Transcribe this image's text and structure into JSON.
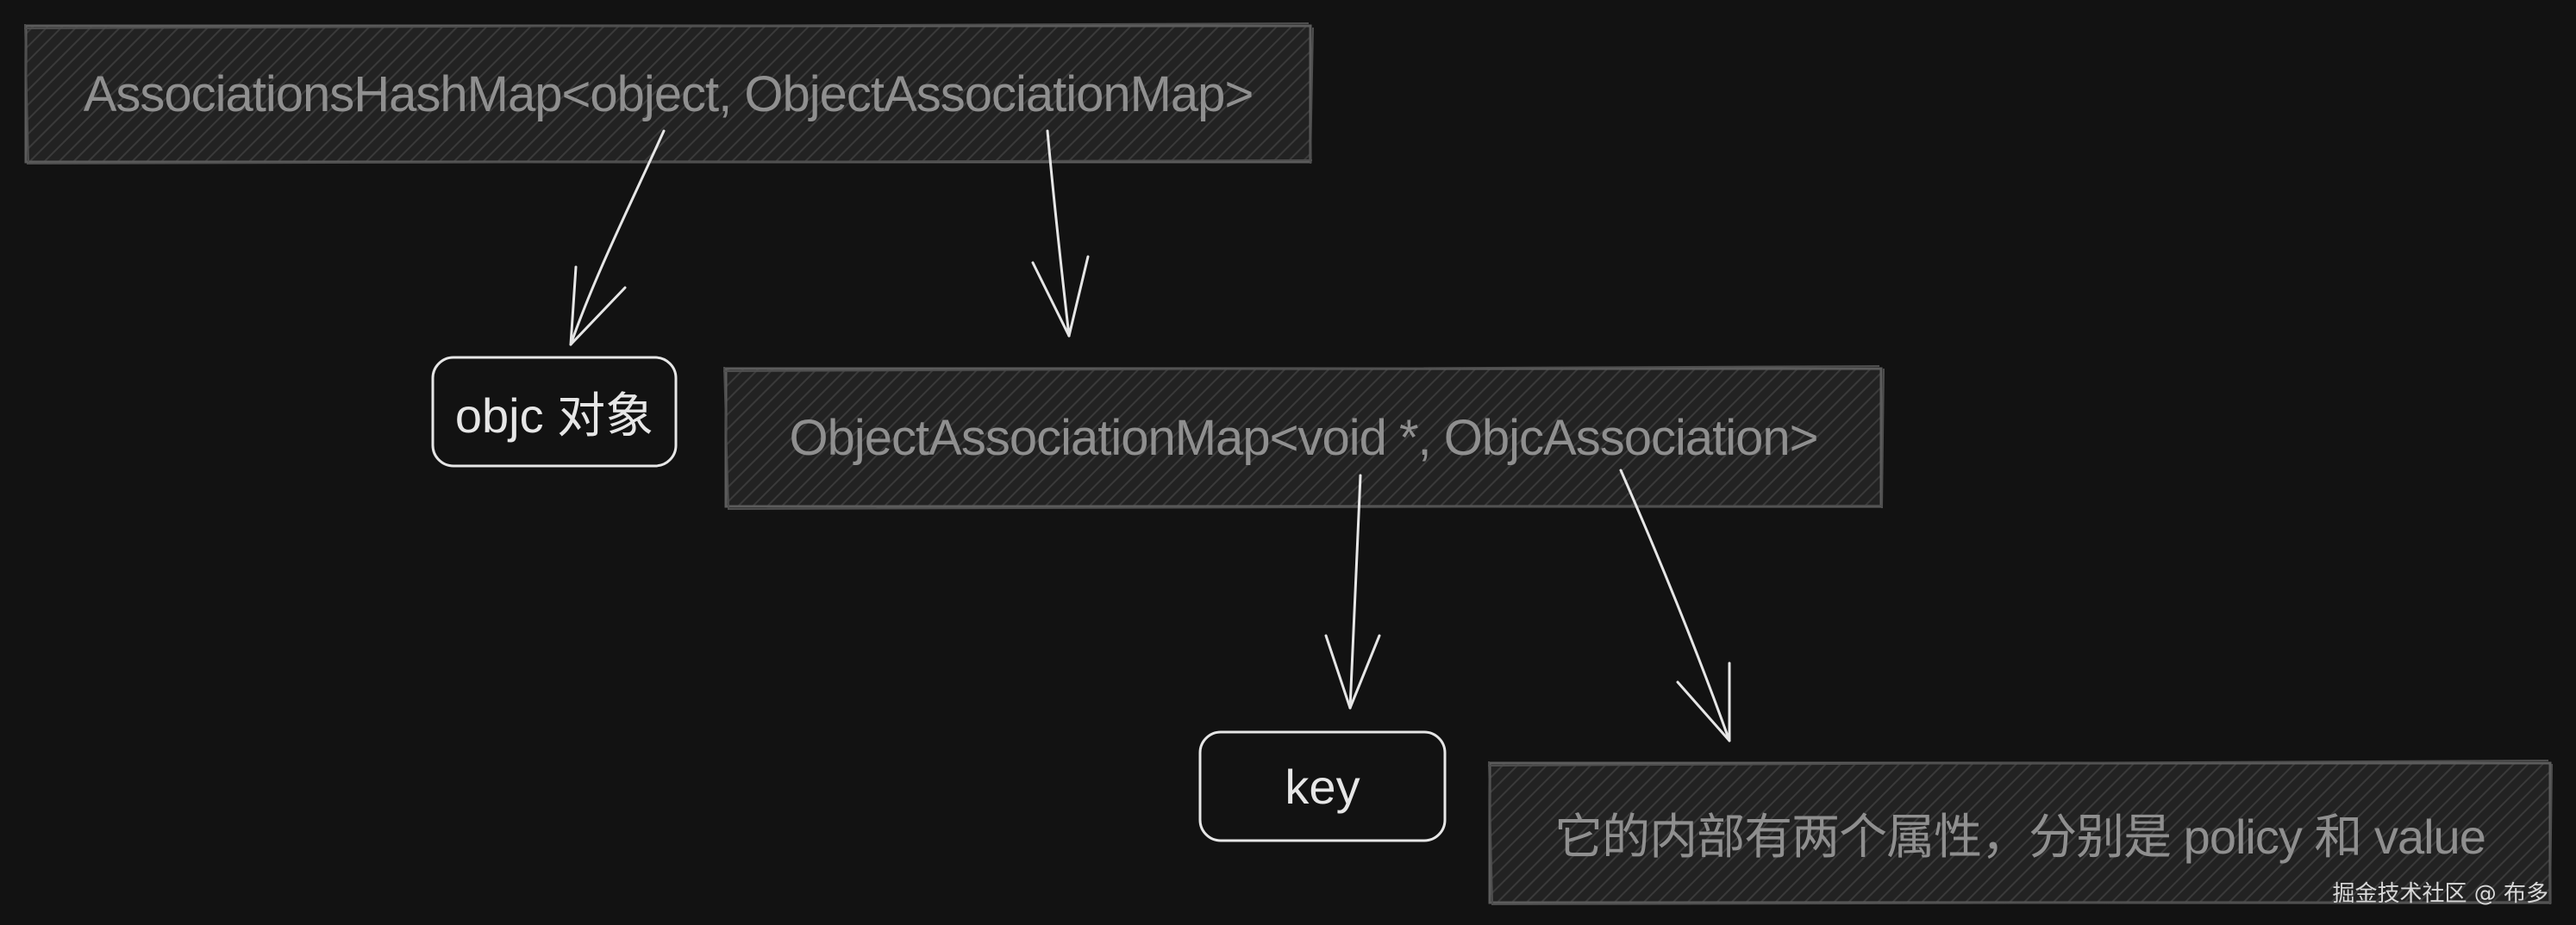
{
  "diagram": {
    "nodes": {
      "hashmap": "AssociationsHashMap<object, ObjectAssociationMap>",
      "objc_object": "objc 对象",
      "object_association_map": "ObjectAssociationMap<void *, ObjcAssociation>",
      "key": "key",
      "association_value": "它的内部有两个属性，分别是 policy 和 value"
    },
    "edges": [
      {
        "from": "hashmap",
        "to": "objc_object"
      },
      {
        "from": "hashmap",
        "to": "object_association_map"
      },
      {
        "from": "object_association_map",
        "to": "key"
      },
      {
        "from": "object_association_map",
        "to": "association_value"
      }
    ]
  },
  "watermark": "掘金技术社区 @ 布多",
  "colors": {
    "background": "#121212",
    "hatch_fill": "#2c2c2c",
    "hatch_stroke": "#5a5a5a",
    "hatch_text": "#8f8f8f",
    "rounded_stroke": "#e6e6e6",
    "arrow": "#e6e6e6"
  }
}
